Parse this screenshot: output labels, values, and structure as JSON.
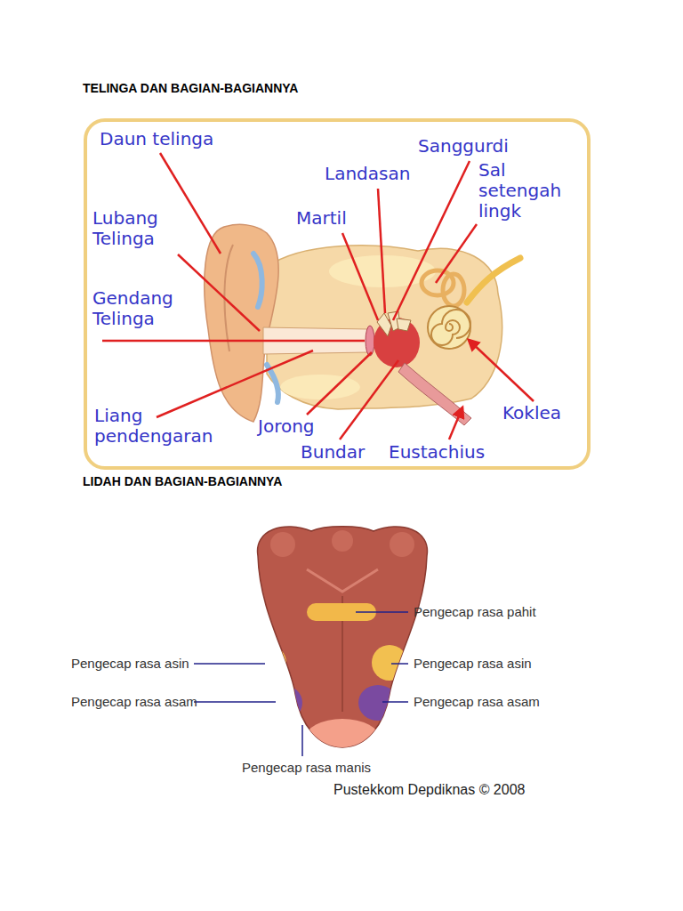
{
  "diagram": {
    "title": "TELINGA DAN BAGIAN-BAGIANNYA",
    "labels": [
      "LIDAH DAN BAGIAN-BAGIANNYA",
      "Daun telinga",
      "Lubang Telinga",
      "Gendang Telinga",
      "Liang pendengaran",
      "Martil",
      "Landasan",
      "Sanggurdi",
      "Sal setengah lingk",
      "Jorong",
      "Bundar",
      "Eustachius",
      "Koklea",
      "Pengecap rasa pahit",
      "Pengecap rasa asin",
      "Pengecap rasa asin",
      "Pengecap rasa asam",
      "Pengecap rasa asam",
      "Pengecap rasa manis",
      "Pustekkom Depdiknas © 2008"
    ]
  }
}
